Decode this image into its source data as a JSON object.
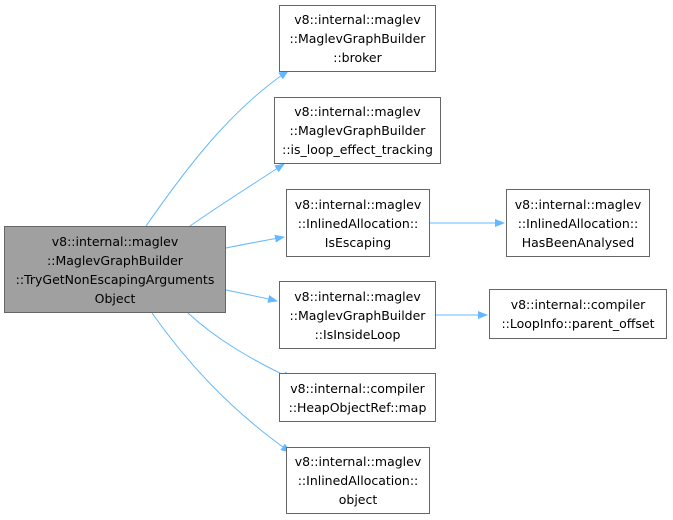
{
  "diagram": {
    "type": "call-graph",
    "edge_color": "#63b8ff",
    "root_fill": "#a0a0a0",
    "node_border": "#666666",
    "nodes": [
      {
        "id": "root",
        "lines": [
          "v8::internal::maglev",
          "::MaglevGraphBuilder",
          "::TryGetNonEscapingArguments",
          "Object"
        ]
      },
      {
        "id": "broker",
        "lines": [
          "v8::internal::maglev",
          "::MaglevGraphBuilder",
          "::broker"
        ]
      },
      {
        "id": "is-loop-effect-tracking",
        "lines": [
          "v8::internal::maglev",
          "::MaglevGraphBuilder",
          "::is_loop_effect_tracking"
        ]
      },
      {
        "id": "is-escaping",
        "lines": [
          "v8::internal::maglev",
          "::InlinedAllocation::",
          "IsEscaping"
        ]
      },
      {
        "id": "has-been-analysed",
        "lines": [
          "v8::internal::maglev",
          "::InlinedAllocation::",
          "HasBeenAnalysed"
        ]
      },
      {
        "id": "is-inside-loop",
        "lines": [
          "v8::internal::maglev",
          "::MaglevGraphBuilder",
          "::IsInsideLoop"
        ]
      },
      {
        "id": "parent-offset",
        "lines": [
          "v8::internal::compiler",
          "::LoopInfo::parent_offset"
        ]
      },
      {
        "id": "heap-object-ref-map",
        "lines": [
          "v8::internal::compiler",
          "::HeapObjectRef::map"
        ]
      },
      {
        "id": "object",
        "lines": [
          "v8::internal::maglev",
          "::InlinedAllocation::",
          "object"
        ]
      }
    ],
    "edges": [
      {
        "from": "root",
        "to": "broker"
      },
      {
        "from": "root",
        "to": "is-loop-effect-tracking"
      },
      {
        "from": "root",
        "to": "is-escaping"
      },
      {
        "from": "root",
        "to": "is-inside-loop"
      },
      {
        "from": "root",
        "to": "heap-object-ref-map"
      },
      {
        "from": "root",
        "to": "object"
      },
      {
        "from": "is-escaping",
        "to": "has-been-analysed"
      },
      {
        "from": "is-inside-loop",
        "to": "parent-offset"
      }
    ]
  }
}
